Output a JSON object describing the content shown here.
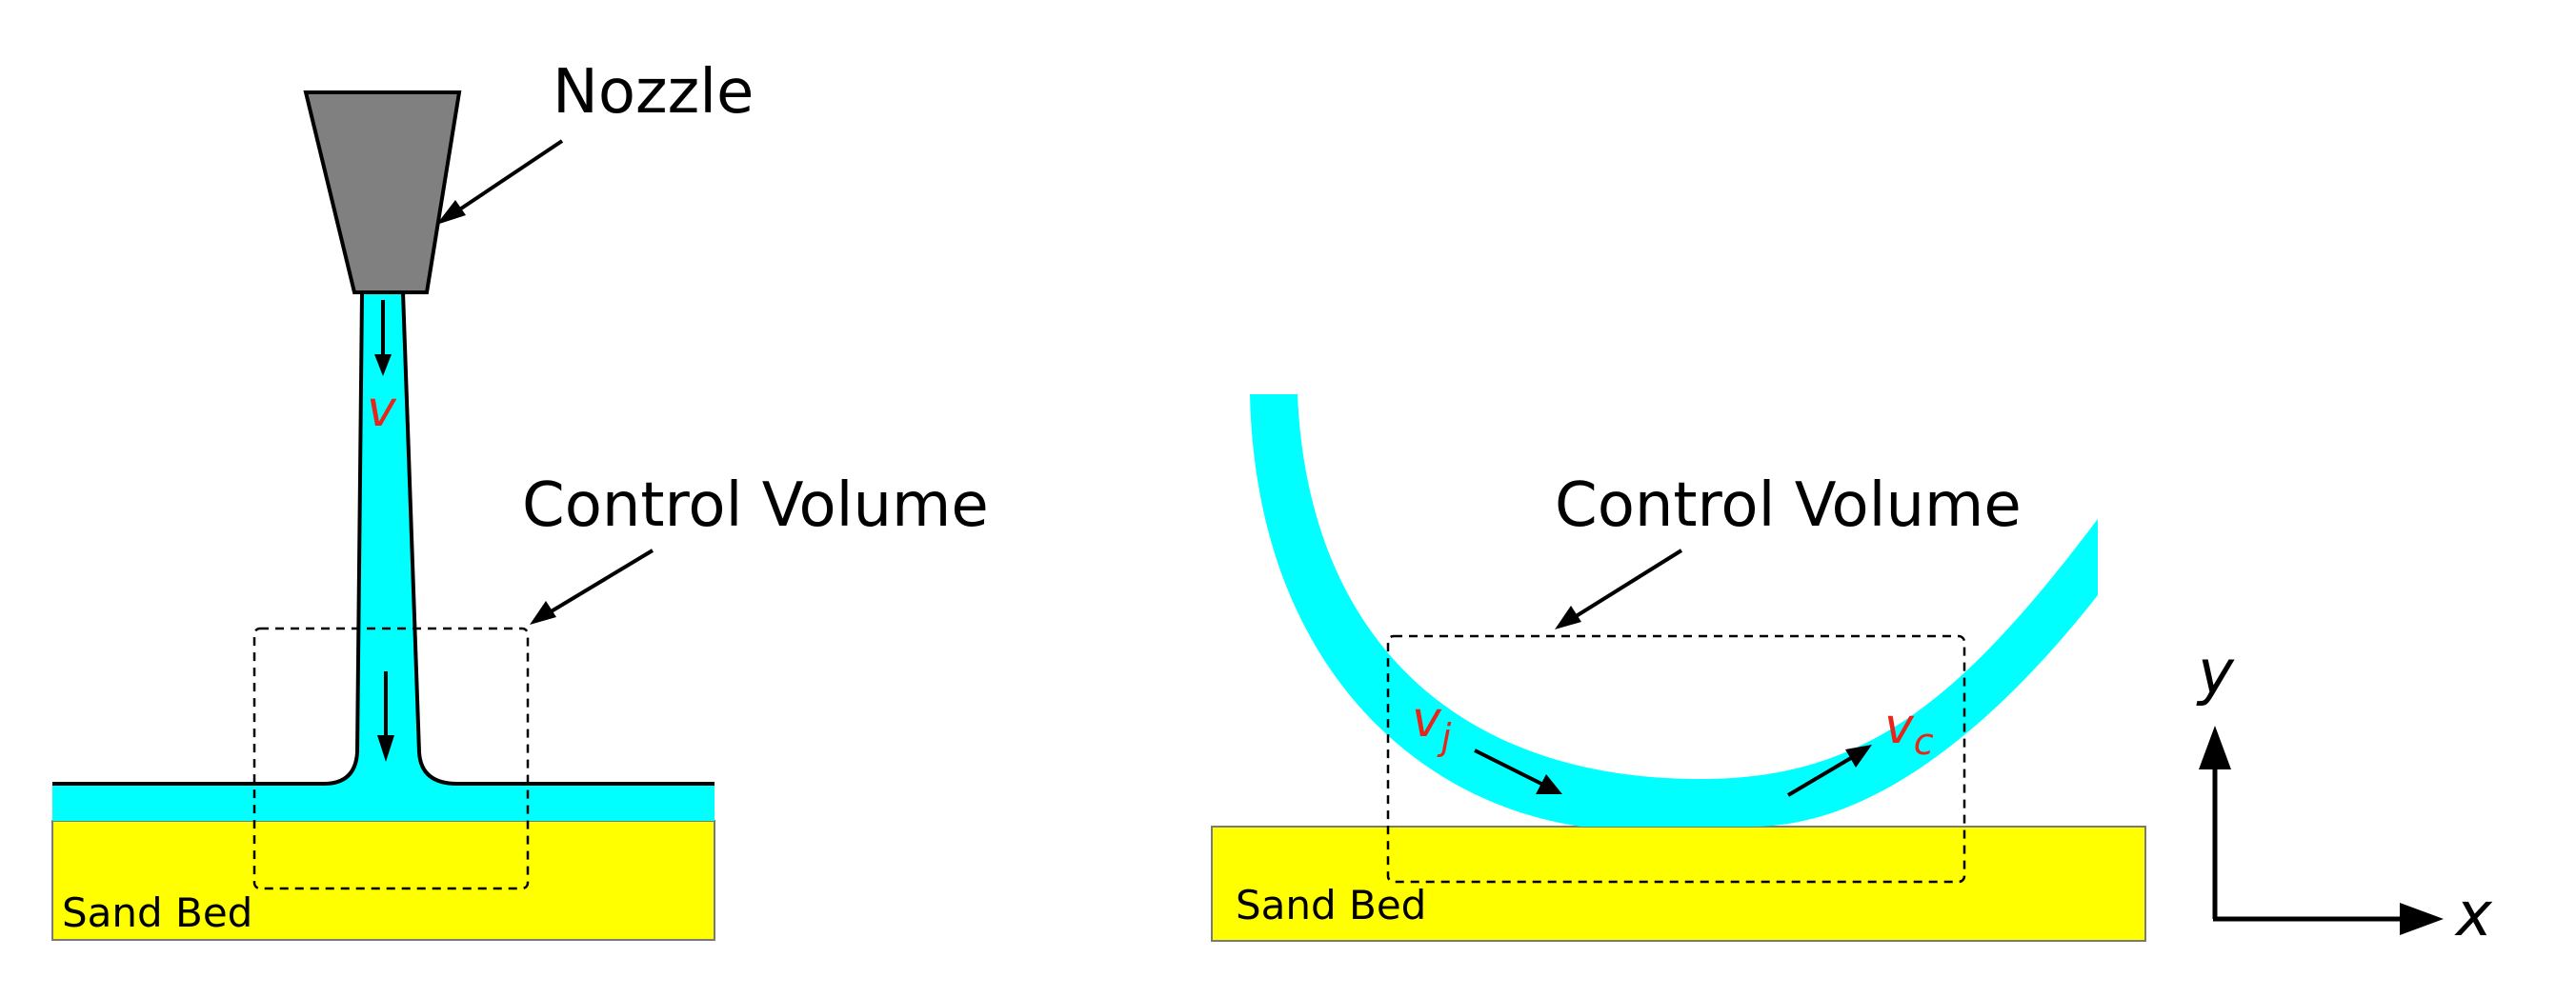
{
  "labels": {
    "nozzle": "Nozzle",
    "control_volume_left": "Control Volume",
    "control_volume_right": "Control Volume",
    "sand_bed_left": "Sand Bed",
    "sand_bed_right": "Sand Bed",
    "velocity_jet_left": "v",
    "velocity_jet_right_base": "v",
    "velocity_jet_right_sub": "j",
    "velocity_curve_base": "v",
    "velocity_curve_sub": "c",
    "axis_x": "x",
    "axis_y": "y"
  },
  "colors": {
    "water": "#00ffff",
    "sand": "#ffff00",
    "nozzle": "#808080",
    "velocity_text": "#e8251b",
    "outline": "#000000"
  }
}
